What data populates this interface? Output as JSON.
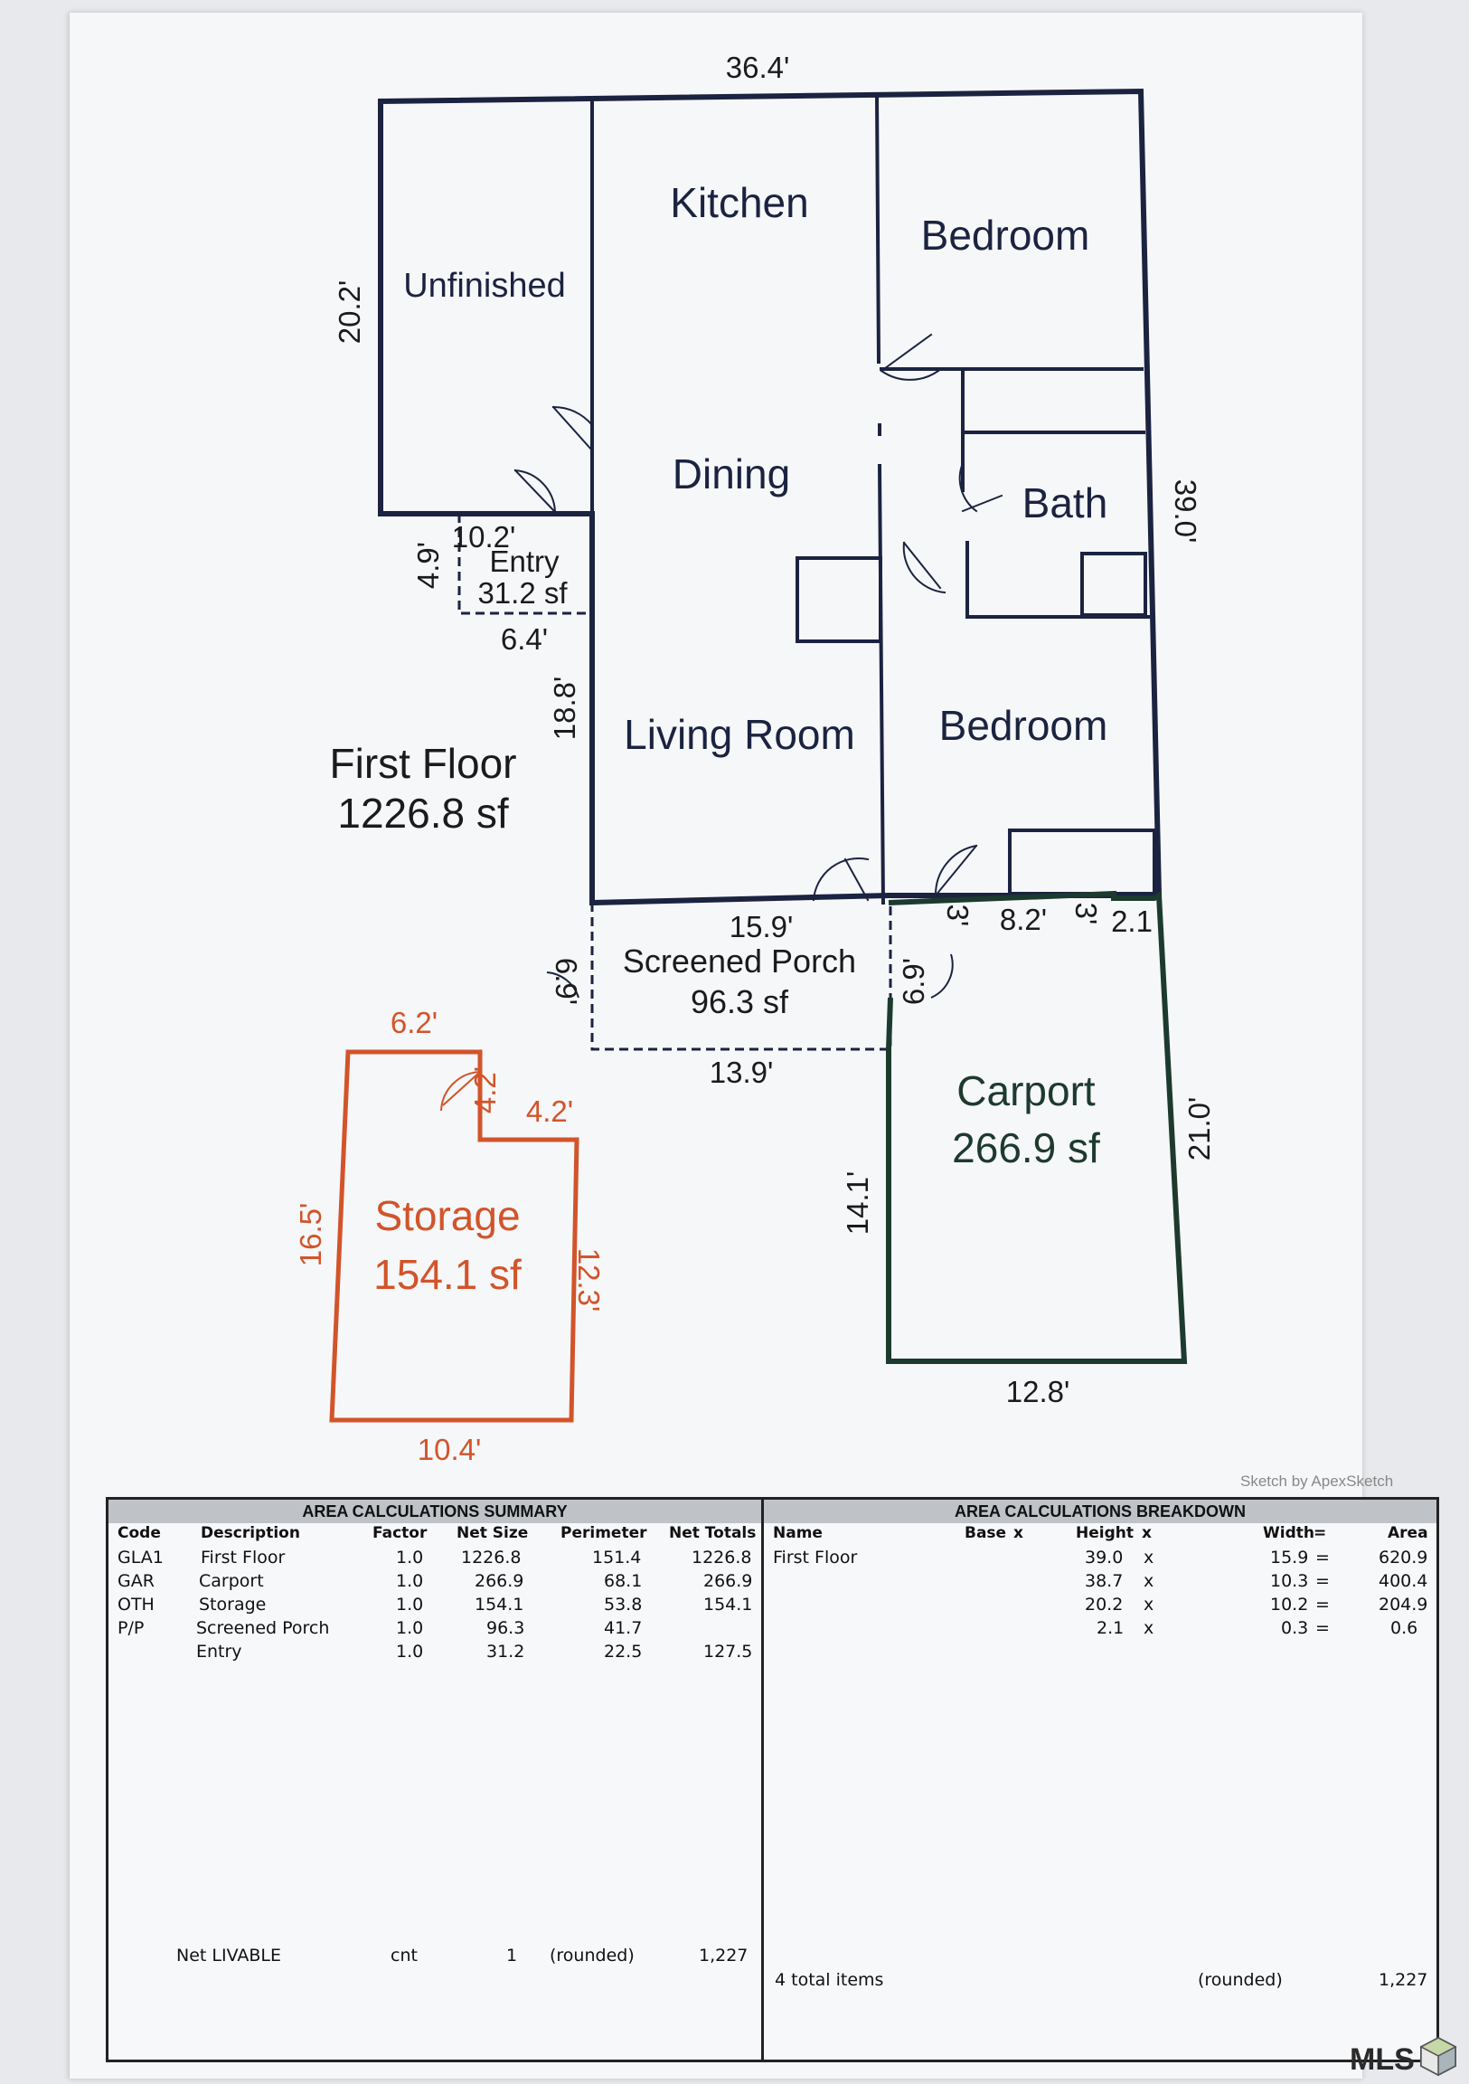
{
  "rooms": {
    "kitchen": "Kitchen",
    "bedroom_top": "Bedroom",
    "unfinished": "Unfinished",
    "dining": "Dining",
    "bath": "Bath",
    "entry": "Entry",
    "entry_sf": "31.2 sf",
    "living_room": "Living Room",
    "bedroom_bottom": "Bedroom",
    "first_floor": "First Floor",
    "first_floor_sf": "1226.8 sf",
    "screened_porch": "Screened Porch",
    "screened_porch_sf": "96.3 sf",
    "carport": "Carport",
    "carport_sf": "266.9 sf",
    "storage": "Storage",
    "storage_sf": "154.1 sf"
  },
  "dims": {
    "top_width": "36.4'",
    "unfinished_height": "20.2'",
    "right_height": "39.0'",
    "entry_width": "10.2'",
    "entry_height": "4.9'",
    "entry_bottom": "6.4'",
    "living_height": "18.8'",
    "porch_top": "15.9'",
    "porch_left": "6.9'",
    "porch_right": "6.9'",
    "porch_bottom": "13.9'",
    "carport_notch_a": "3'",
    "carport_notch_width": "8.2'",
    "carport_notch_b": "3'",
    "carport_notch_c": "2.1",
    "carport_right": "21.0'",
    "carport_left": "14.1'",
    "carport_bottom": "12.8'",
    "storage_top": "6.2'",
    "storage_notch_v": "4.2'",
    "storage_notch_h": "4.2'",
    "storage_left": "16.5'",
    "storage_right": "12.3'",
    "storage_bottom": "10.4'"
  },
  "credit": "Sketch by ApexSketch",
  "colors": {
    "house": "#1b2340",
    "storage": "#d2542a",
    "carport": "#1d3a2e"
  },
  "summary": {
    "title": "AREA CALCULATIONS SUMMARY",
    "headers": [
      "Code",
      "Description",
      "Factor",
      "Net Size",
      "Perimeter",
      "Net Totals"
    ],
    "rows": [
      [
        "GLA1",
        "First Floor",
        "1.0",
        "1226.8",
        "151.4",
        "1226.8"
      ],
      [
        "GAR",
        "Carport",
        "1.0",
        "266.9",
        "68.1",
        "266.9"
      ],
      [
        "OTH",
        "Storage",
        "1.0",
        "154.1",
        "53.8",
        "154.1"
      ],
      [
        "P/P",
        "Screened Porch",
        "1.0",
        "96.3",
        "41.7",
        ""
      ],
      [
        "",
        "Entry",
        "1.0",
        "31.2",
        "22.5",
        "127.5"
      ]
    ],
    "footer": {
      "label": "Net LIVABLE",
      "cnt_label": "cnt",
      "cnt": "1",
      "rounded": "(rounded)",
      "total": "1,227"
    }
  },
  "breakdown": {
    "title": "AREA CALCULATIONS BREAKDOWN",
    "headers": [
      "Name",
      "Base",
      "x",
      "Height",
      "x",
      "Width",
      "=",
      "Area"
    ],
    "name": "First Floor",
    "rows": [
      [
        "39.0",
        "x",
        "15.9",
        "=",
        "620.9"
      ],
      [
        "38.7",
        "x",
        "10.3",
        "=",
        "400.4"
      ],
      [
        "20.2",
        "x",
        "10.2",
        "=",
        "204.9"
      ],
      [
        "2.1",
        "x",
        "0.3",
        "=",
        "0.6"
      ]
    ],
    "footer": {
      "items": "4 total items",
      "rounded": "(rounded)",
      "total": "1,227"
    }
  },
  "watermark": "MLS"
}
